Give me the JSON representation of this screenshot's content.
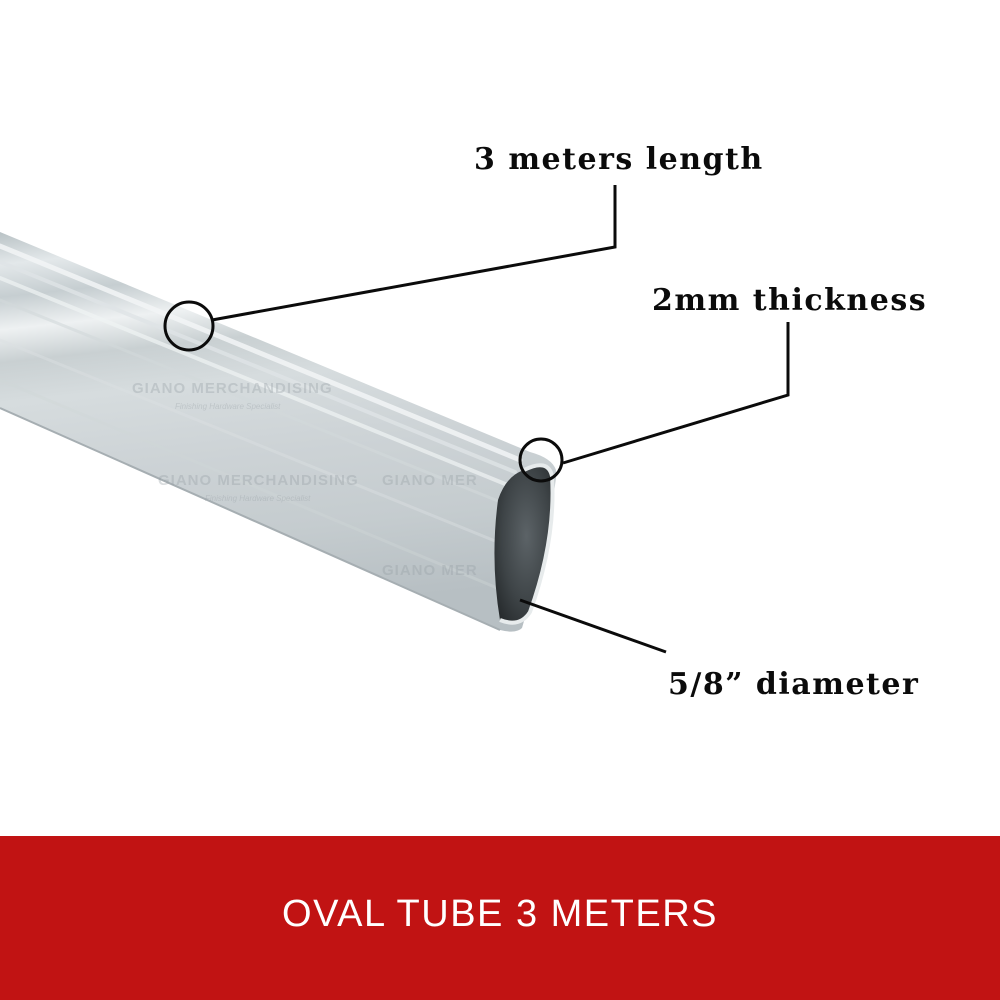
{
  "product": {
    "name": "oval-tube",
    "colors": {
      "tube_body": "#c9cfd1",
      "tube_highlight": "#eef1f2",
      "tube_shadow": "#aeb6b9",
      "tube_interior": "#3e4447",
      "callout_line": "#0b0b0b",
      "banner_background": "#c11313",
      "banner_text": "#ffffff"
    }
  },
  "callouts": {
    "length": "3 meters length",
    "thickness": "2mm thickness",
    "diameter": "5/8” diameter"
  },
  "watermark": {
    "brand": "GIANO MERCHANDISING",
    "brand_short": "GIANO MER",
    "tagline": "Finishing Hardware Specialist"
  },
  "banner": {
    "title": "OVAL TUBE 3 METERS"
  }
}
